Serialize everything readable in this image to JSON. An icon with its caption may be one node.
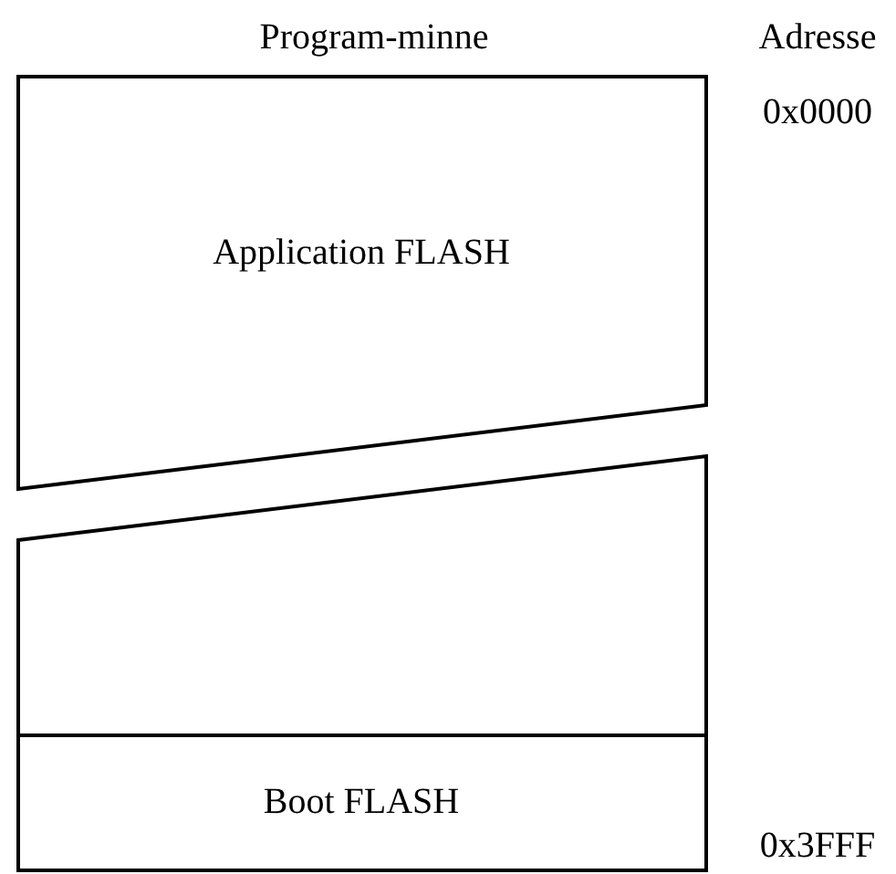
{
  "diagram": {
    "title": "Program-minne",
    "nodes": [
      {
        "text": [
          "Application FLASH"
        ]
      },
      {
        "text": [],
        "shape": "box"
      },
      {
        "text": [
          "Boot FLASH"
        ],
        "in": 1
      }
    ],
    "labels": [
      "Adresse",
      "0x0000",
      "0x3FFF"
    ]
  }
}
